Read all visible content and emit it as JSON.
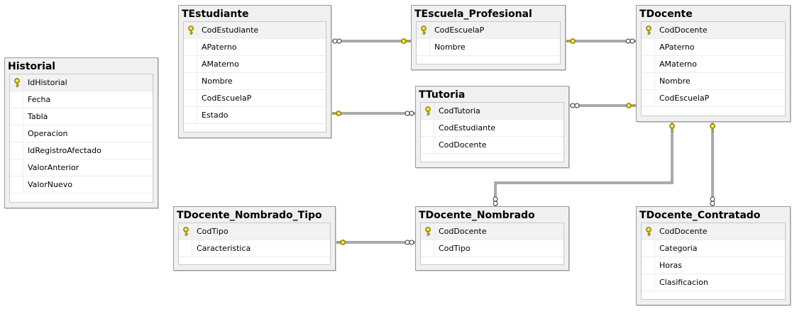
{
  "tables": [
    {
      "id": "historial",
      "title": "Historial",
      "columns": [
        {
          "name": "IdHistorial",
          "pk": true
        },
        {
          "name": "Fecha"
        },
        {
          "name": "Tabla"
        },
        {
          "name": "Operacion"
        },
        {
          "name": "IdRegistroAfectado"
        },
        {
          "name": "ValorAnterior"
        },
        {
          "name": "ValorNuevo"
        }
      ]
    },
    {
      "id": "testudiante",
      "title": "TEstudiante",
      "columns": [
        {
          "name": "CodEstudiante",
          "pk": true
        },
        {
          "name": "APaterno"
        },
        {
          "name": "AMaterno"
        },
        {
          "name": "Nombre"
        },
        {
          "name": "CodEscuelaP"
        },
        {
          "name": "Estado"
        }
      ]
    },
    {
      "id": "tescuela",
      "title": "TEscuela_Profesional",
      "columns": [
        {
          "name": "CodEscuelaP",
          "pk": true
        },
        {
          "name": "Nombre"
        }
      ]
    },
    {
      "id": "tdocente",
      "title": "TDocente",
      "columns": [
        {
          "name": "CodDocente",
          "pk": true
        },
        {
          "name": "APaterno"
        },
        {
          "name": "AMaterno"
        },
        {
          "name": "Nombre"
        },
        {
          "name": "CodEscuelaP"
        }
      ]
    },
    {
      "id": "ttutoria",
      "title": "TTutoria",
      "columns": [
        {
          "name": "CodTutoria",
          "pk": true
        },
        {
          "name": "CodEstudiante"
        },
        {
          "name": "CodDocente"
        }
      ]
    },
    {
      "id": "tdnt",
      "title": "TDocente_Nombrado_Tipo",
      "columns": [
        {
          "name": "CodTipo",
          "pk": true
        },
        {
          "name": "Caracteristica"
        }
      ]
    },
    {
      "id": "tdn",
      "title": "TDocente_Nombrado",
      "columns": [
        {
          "name": "CodDocente",
          "pk": true
        },
        {
          "name": "CodTipo"
        }
      ]
    },
    {
      "id": "tdc",
      "title": "TDocente_Contratado",
      "columns": [
        {
          "name": "CodDocente",
          "pk": true
        },
        {
          "name": "Categoria"
        },
        {
          "name": "Horas"
        },
        {
          "name": "Clasificacion"
        }
      ]
    }
  ],
  "relationships": [
    {
      "from": "testudiante",
      "to": "tescuela",
      "many_end": "testudiante",
      "one_end": "tescuela"
    },
    {
      "from": "tescuela",
      "to": "tdocente",
      "many_end": "tdocente",
      "one_end": "tescuela"
    },
    {
      "from": "ttutoria",
      "to": "testudiante",
      "many_end": "ttutoria",
      "one_end": "testudiante"
    },
    {
      "from": "ttutoria",
      "to": "tdocente",
      "many_end": "ttutoria",
      "one_end": "tdocente"
    },
    {
      "from": "tdn",
      "to": "tdnt",
      "many_end": "tdn",
      "one_end": "tdnt"
    },
    {
      "from": "tdn",
      "to": "tdocente",
      "many_end": "tdn",
      "one_end": "tdocente"
    },
    {
      "from": "tdc",
      "to": "tdocente",
      "many_end": "tdc",
      "one_end": "tdocente"
    }
  ],
  "colors": {
    "key": "#e8d400",
    "key_outline": "#6b6000",
    "line": "#555555"
  },
  "icons": {
    "primary_key": "key-icon"
  }
}
